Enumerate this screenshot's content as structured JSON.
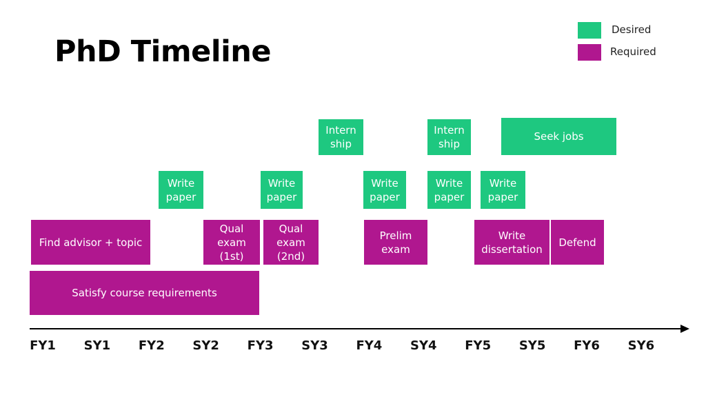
{
  "title": "PhD Timeline",
  "legend": {
    "desired_label": "Desired",
    "required_label": "Required",
    "desired_color": "#1ec880",
    "required_color": "#b0178f"
  },
  "boxes": {
    "internship_1": "Intern\nship",
    "internship_2": "Intern\nship",
    "seek_jobs": "Seek jobs",
    "write_paper_1": "Write\npaper",
    "write_paper_2": "Write\npaper",
    "write_paper_3": "Write\npaper",
    "write_paper_4": "Write\npaper",
    "write_paper_5": "Write\npaper",
    "find_advisor": "Find advisor + topic",
    "qual_exam_1": "Qual\nexam\n(1st)",
    "qual_exam_2": "Qual\nexam\n(2nd)",
    "prelim_exam": "Prelim\nexam",
    "write_dissertation": "Write\ndissertation",
    "defend": "Defend",
    "course_requirements": "Satisfy course requirements"
  },
  "axis": {
    "ticks": [
      "FY1",
      "SY1",
      "FY2",
      "SY2",
      "FY3",
      "SY3",
      "FY4",
      "SY4",
      "FY5",
      "SY5",
      "FY6",
      "SY6"
    ]
  }
}
